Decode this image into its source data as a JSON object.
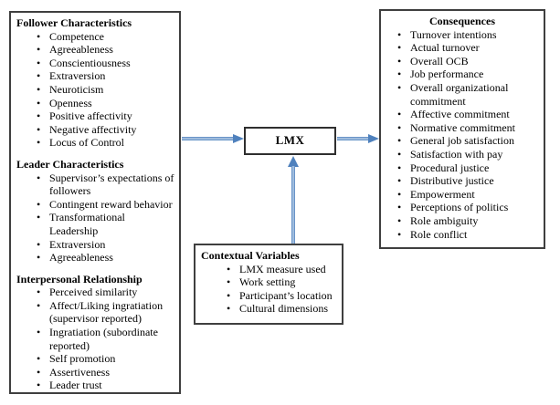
{
  "diagram": {
    "title": "LMX antecedents and consequences model",
    "colors": {
      "arrow": "#4f81bd",
      "arrow_highlight": "#b9cfe8",
      "box_border": "#3f3f3f",
      "background": "#ffffff",
      "text": "#000000"
    },
    "left_box": {
      "sections": [
        {
          "heading": "Follower Characteristics",
          "items": [
            "Competence",
            "Agreeableness",
            "Conscientiousness",
            "Extraversion",
            "Neuroticism",
            "Openness",
            "Positive affectivity",
            "Negative affectivity",
            "Locus of Control"
          ]
        },
        {
          "heading": "Leader Characteristics",
          "items": [
            "Supervisor’s expectations of followers",
            "Contingent reward behavior",
            "Transformational Leadership",
            "Extraversion",
            "Agreeableness"
          ]
        },
        {
          "heading": "Interpersonal Relationship",
          "items": [
            "Perceived similarity",
            "Affect/Liking ingratiation (supervisor reported)",
            "Ingratiation (subordinate reported)",
            "Self promotion",
            "Assertiveness",
            "Leader trust"
          ]
        }
      ]
    },
    "center_box": {
      "label": "LMX"
    },
    "bottom_box": {
      "heading": "Contextual Variables",
      "items": [
        "LMX measure used",
        "Work setting",
        "Participant’s location",
        "Cultural dimensions"
      ]
    },
    "right_box": {
      "heading": "Consequences",
      "items": [
        "Turnover intentions",
        "Actual turnover",
        "Overall OCB",
        "Job performance",
        "Overall organizational commitment",
        "Affective commitment",
        "Normative commitment",
        "General job satisfaction",
        "Satisfaction with pay",
        "Procedural justice",
        "Distributive justice",
        "Empowerment",
        "Perceptions of politics",
        "Role ambiguity",
        "Role conflict"
      ]
    }
  }
}
